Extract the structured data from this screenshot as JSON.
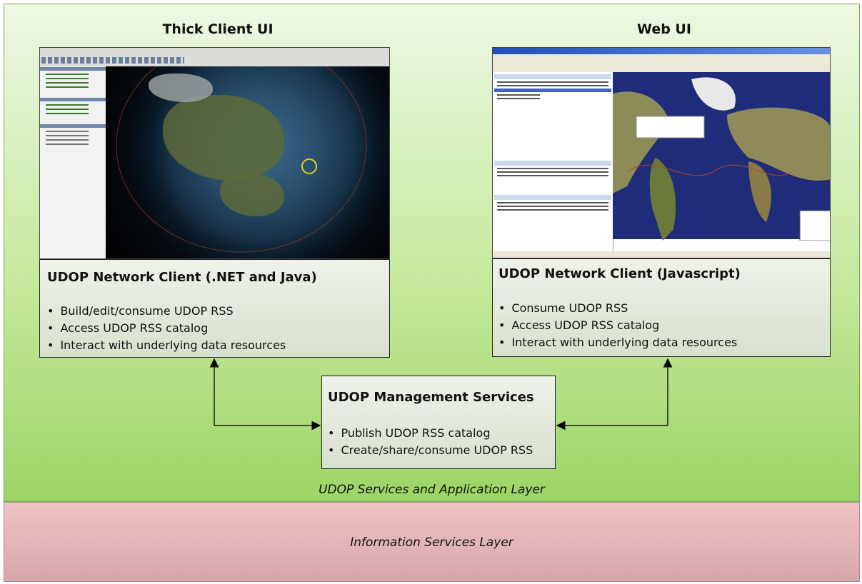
{
  "layers": {
    "services_layer": "UDOP Services and Application Layer",
    "information_layer": "Information Services Layer"
  },
  "thick_client": {
    "column_title": "Thick Client UI",
    "box_title": "UDOP Network Client (.NET and Java)",
    "bullets": [
      "Build/edit/consume UDOP RSS",
      "Access UDOP RSS catalog",
      "Interact with underlying data resources"
    ]
  },
  "web_client": {
    "column_title": "Web UI",
    "box_title": "UDOP Network Client (Javascript)",
    "bullets": [
      "Consume UDOP RSS",
      "Access UDOP RSS catalog",
      "Interact with underlying data resources"
    ]
  },
  "management": {
    "box_title": "UDOP Management Services",
    "bullets": [
      "Publish UDOP RSS catalog",
      "Create/share/consume UDOP RSS"
    ]
  },
  "colors": {
    "services_layer_bg": "#b7e28a",
    "information_layer_bg": "#e2b6ba",
    "box_bg": "#e2e8dc"
  }
}
